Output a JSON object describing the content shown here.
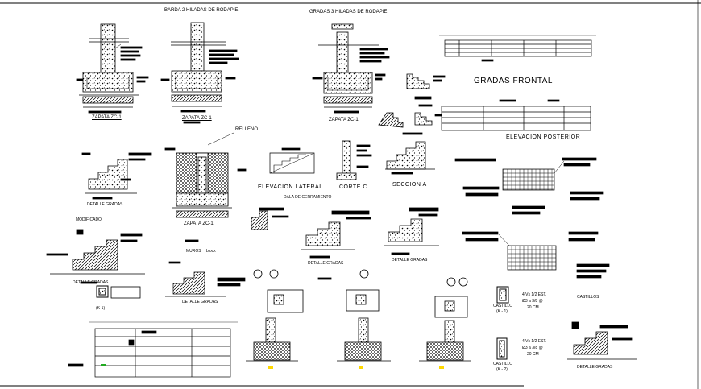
{
  "sheet": {
    "top_titles": {
      "barda": "BARDA 2 HILADAS DE RODAPIE",
      "gradas": "GRADAS 3 HILADAS DE RODAPIE"
    },
    "zapata_labels": [
      "ZAPATA ZC-1",
      "ZAPATA ZC-1",
      "ZAPATA ZC-1",
      "ZAPATA ZC-1"
    ],
    "relleno": "RELLENO",
    "gradas_frontal": "GRADAS FRONTAL",
    "elevacion_posterior": "ELEVACION POSTERIOR",
    "elevacion_lateral": "ELEVACION LATERAL",
    "corte_c": "CORTE C",
    "seccion_a": "SECCION A",
    "dala": "DALA DE CERRAMIENTO",
    "detalle_gradas": [
      "DETALLE GRADAS",
      "DETALLE GRADAS",
      "DETALLE GRADAS",
      "DETALLE GRADAS",
      "DETALLE GRADAS",
      "DETALLE GRADAS"
    ],
    "modificado": "MODIFICADO",
    "muros": "MUROS",
    "muros_sub": "block",
    "castillos": "CASTILLOS",
    "castillo_labels": [
      "CASTILLO",
      "CASTILLO"
    ],
    "castillo_codes": [
      "(K - 1)",
      "(K - 2)"
    ],
    "castillo_small_code": "(K-1)",
    "castillo_specs": [
      [
        "4 Vs 1/2 EST.",
        "Ø3 a 3/8 @",
        "20 CM"
      ],
      [
        "4 Vs 1/2 EST.",
        "Ø3 a 3/8 @",
        "20 CM"
      ]
    ]
  }
}
